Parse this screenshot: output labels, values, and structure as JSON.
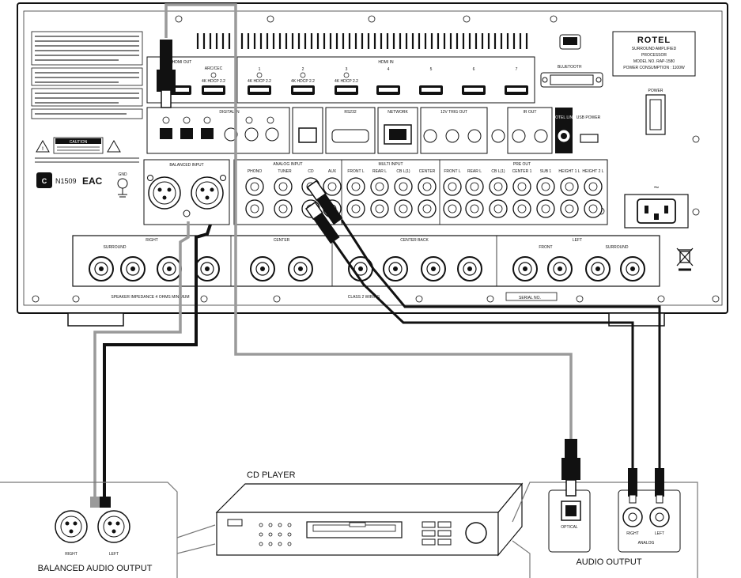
{
  "device": {
    "brand": "ROTEL",
    "model_lines": [
      "SURROUND AMPLIFIED",
      "PROCESSOR",
      "MODEL NO. RAP-1580",
      "POWER CONSUMPTION : 1100W"
    ],
    "power_label": "POWER",
    "cert_code": "N1509",
    "eac_mark": "EAC",
    "caution_title": "CAUTION",
    "hdmi_out_label": "HDMI OUT",
    "arc_label": "ARC/CEC",
    "hdmi_in_label": "HDMI IN",
    "hdcp_label": "4K HDCP 2.2",
    "hdmi_numbers": [
      "1",
      "2",
      "3",
      "4",
      "5",
      "6",
      "7"
    ],
    "bluetooth_label": "BLUETOOTH",
    "digital_in_label": "DIGITAL IN",
    "rs232_label": "RS232",
    "network_label": "NETWORK",
    "trigger_label": "12V TRIG OUT",
    "ir_out_label": "IR OUT",
    "usb_label": "USB POWER",
    "rotel_link_label": "ROTEL LINK",
    "balanced_input_label": "BALANCED INPUT",
    "analog_input_label": "ANALOG INPUT",
    "multi_input_label": "MULTI INPUT",
    "pre_out_label": "PRE OUT",
    "analog_cols": [
      "PHONO",
      "TUNER",
      "CD",
      "AUX"
    ],
    "multi_cols": [
      "FRONT L",
      "REAR L",
      "CB L(1)",
      "CENTER"
    ],
    "pre_cols": [
      "FRONT L",
      "REAR L",
      "CB L(1)",
      "CENTER 1",
      "SUB 1",
      "HEIGHT 1 L",
      "HEIGHT 2 L"
    ],
    "speaker_sections": [
      "RIGHT",
      "CENTER",
      "CENTER BACK",
      "LEFT"
    ],
    "surround_label": "SURROUND",
    "front_label": "FRONT",
    "impedance_note": "SPEAKER IMPEDANCE 4 OHMS MINIMUM",
    "class2_note": "CLASS 2 WIRING",
    "serial_label": "SERIAL NO.",
    "gnd_label": "GND"
  },
  "cd_player": {
    "title": "CD PLAYER"
  },
  "balanced_output": {
    "caption": "BALANCED AUDIO OUTPUT",
    "right_label": "RIGHT",
    "left_label": "LEFT"
  },
  "audio_output": {
    "caption": "AUDIO OUTPUT",
    "optical_label": "OPTICAL",
    "analog_label": "ANALOG"
  }
}
